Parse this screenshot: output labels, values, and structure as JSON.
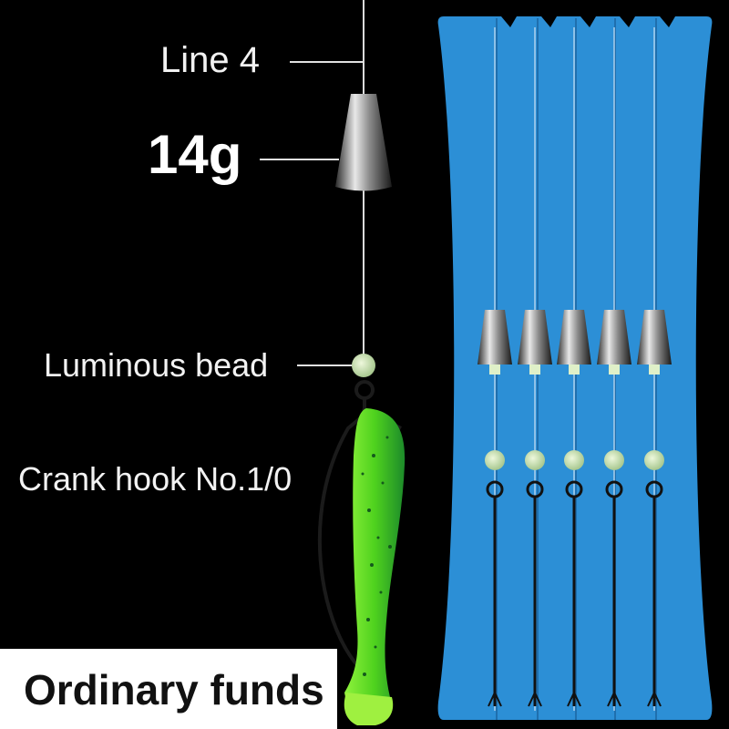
{
  "labels": {
    "line": "Line 4",
    "weight": "14g",
    "bead": "Luminous bead",
    "hook": "Crank hook No.1/0"
  },
  "badge": {
    "text": "Ordinary funds"
  },
  "rig_count": 5,
  "colors": {
    "background": "#000000",
    "card": "#2c8fd6",
    "bead": "#cfe8b0",
    "lure": "#5ee02a",
    "badge_bg": "#ffffff",
    "badge_text": "#111111"
  }
}
